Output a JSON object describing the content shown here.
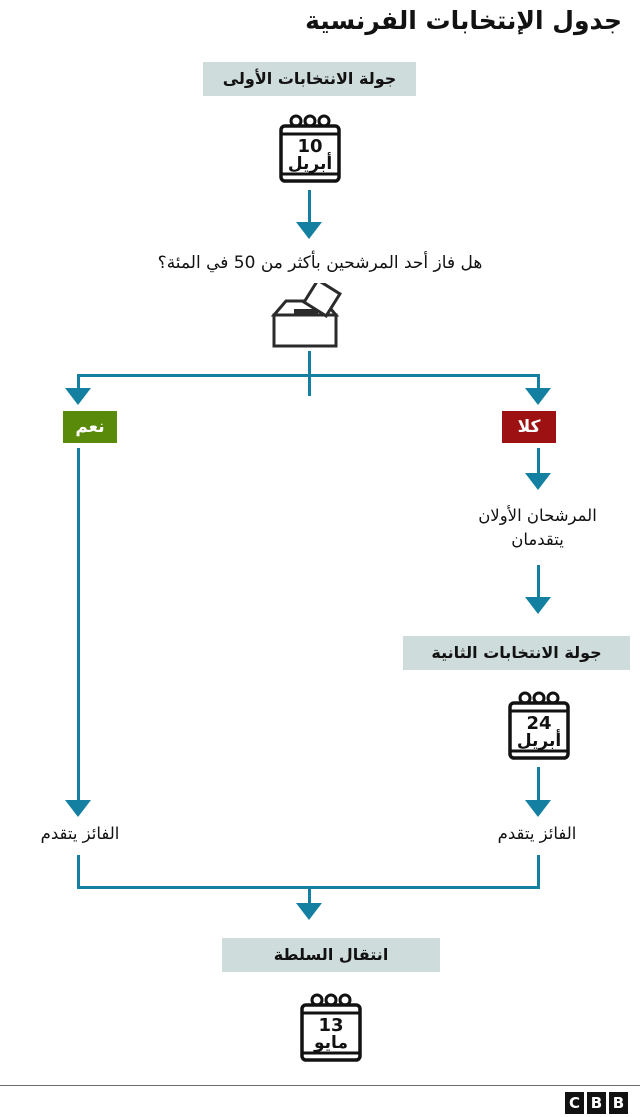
{
  "header": {
    "title": "جدول الإنتخابات الفرنسية"
  },
  "flow": {
    "round1_label": "جولة الانتخابات الأولى",
    "round1_calendar": {
      "day": "10",
      "month": "أبريل",
      "icon": "calendar-icon"
    },
    "question": "هل فاز أحد المرشحين بأكثر من 50 في المئة؟",
    "ballot_icon": "ballot-box-icon",
    "yes_label": "نعم",
    "no_label": "كلا",
    "top_two_line1": "المرشحان الأولان",
    "top_two_line2": "يتقدمان",
    "round2_label": "جولة الانتخابات الثانية",
    "round2_calendar": {
      "day": "24",
      "month": "أبريل",
      "icon": "calendar-icon"
    },
    "winner_left": "الفائز يتقدم",
    "winner_right": "الفائز يتقدم",
    "transfer_label": "انتقال السلطة",
    "transfer_calendar": {
      "day": "13",
      "month": "مايو",
      "icon": "calendar-icon"
    }
  },
  "footer": {
    "logo_letters": [
      "B",
      "B",
      "C"
    ]
  },
  "colors": {
    "accent_teal": "#1380a1",
    "chip_bg": "#cfdcdc",
    "yes_green": "#5a8a0a",
    "no_red": "#9e1113",
    "text": "#121212"
  }
}
